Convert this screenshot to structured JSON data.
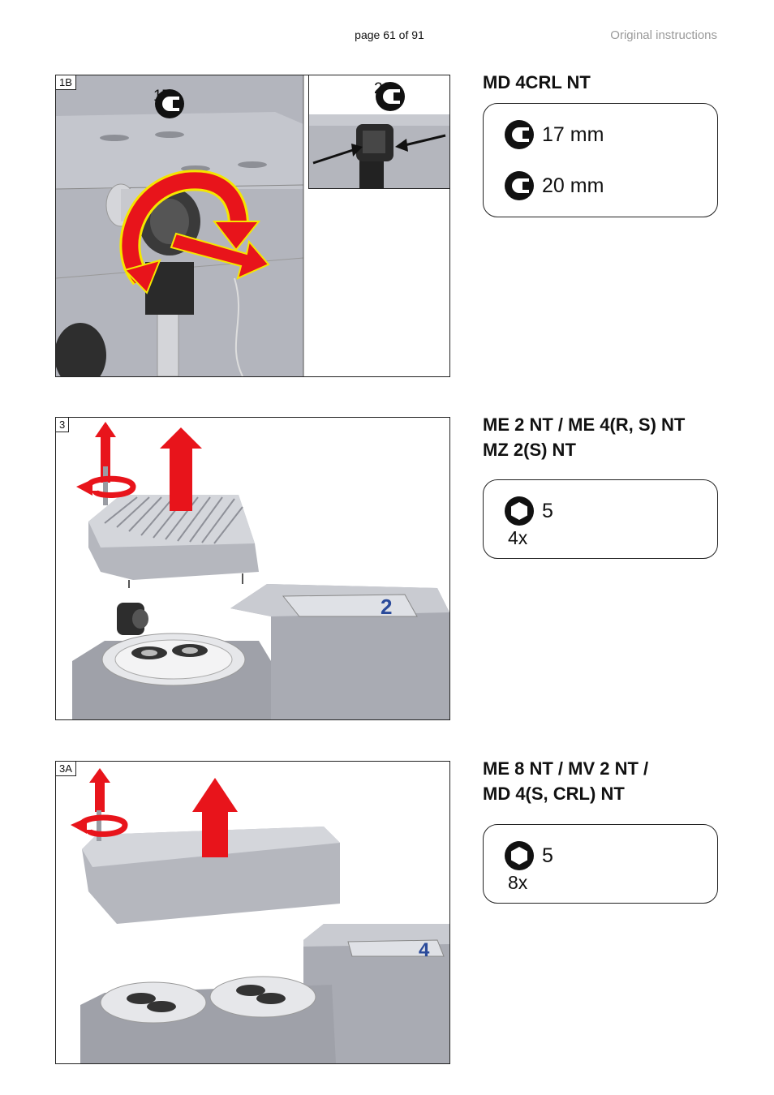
{
  "header": {
    "page": "page 61 of 91",
    "doc": "Original instructions"
  },
  "sections": [
    {
      "figure_label": "1B",
      "callouts": [
        "17",
        "20"
      ],
      "heading_lines": [
        "MD 4CRL NT"
      ],
      "tools": [
        {
          "icon": "open-end-wrench-icon",
          "size": "17 mm"
        },
        {
          "icon": "open-end-wrench-icon",
          "size": "20 mm"
        }
      ]
    },
    {
      "figure_label": "3",
      "badge": "2",
      "heading_lines": [
        "ME 2 NT / ME 4(R, S) NT",
        "MZ 2(S) NT"
      ],
      "tools": [
        {
          "icon": "hex-key-icon",
          "size": "5",
          "count": "4x"
        }
      ]
    },
    {
      "figure_label": "3A",
      "badge": "4",
      "heading_lines": [
        "ME 8 NT / MV 2 NT /",
        "MD 4(S, CRL) NT"
      ],
      "tools": [
        {
          "icon": "hex-key-icon",
          "size": "5",
          "count": "8x"
        }
      ]
    }
  ],
  "colors": {
    "arrow_red": "#e8141b",
    "housing_gray": "#a9abb3",
    "dark_part": "#2b2b2b"
  }
}
